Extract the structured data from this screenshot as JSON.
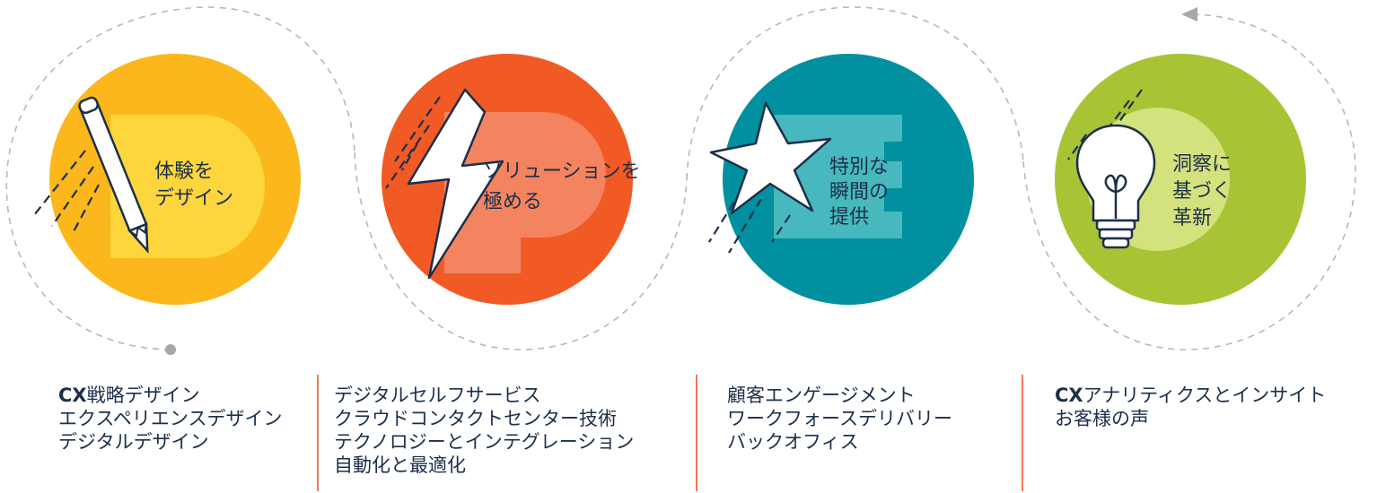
{
  "colors": {
    "yellow": "#fbb71b",
    "yellow_inner": "#fdd63d",
    "orange": "#f15a24",
    "orange_inner": "#f4845f",
    "teal": "#00909f",
    "teal_inner": "#47b8bd",
    "green": "#a8c435",
    "green_inner": "#d4e27d",
    "navy": "#1c2f4a",
    "dashed": "#b8b8b8",
    "divider": "#f07856"
  },
  "stages": [
    {
      "icon": "pencil-icon",
      "label_lines": [
        "体験を",
        "デザイン"
      ]
    },
    {
      "icon": "lightning-icon",
      "label_lines": [
        "ソリューションを",
        "極める"
      ]
    },
    {
      "icon": "star-icon",
      "label_lines": [
        "特別な",
        "瞬間の",
        "提供"
      ]
    },
    {
      "icon": "lightbulb-icon",
      "label_lines": [
        "洞察に",
        "基づく",
        "革新"
      ]
    }
  ],
  "columns": [
    {
      "lines": [
        {
          "prefix": "CX",
          "text": "戦略デザイン"
        },
        {
          "text": "エクスペリエンスデザイン"
        },
        {
          "text": "デジタルデザイン"
        }
      ]
    },
    {
      "lines": [
        {
          "text": "デジタルセルフサービス"
        },
        {
          "text": "クラウドコンタクトセンター技術"
        },
        {
          "text": "テクノロジーとインテグレーション"
        },
        {
          "text": "自動化と最適化"
        }
      ]
    },
    {
      "lines": [
        {
          "text": "顧客エンゲージメント"
        },
        {
          "text": "ワークフォースデリバリー"
        },
        {
          "text": "バックオフィス"
        }
      ]
    },
    {
      "lines": [
        {
          "prefix": "CX",
          "text": "アナリティクスとインサイト"
        },
        {
          "text": "お客様の声"
        }
      ]
    }
  ]
}
